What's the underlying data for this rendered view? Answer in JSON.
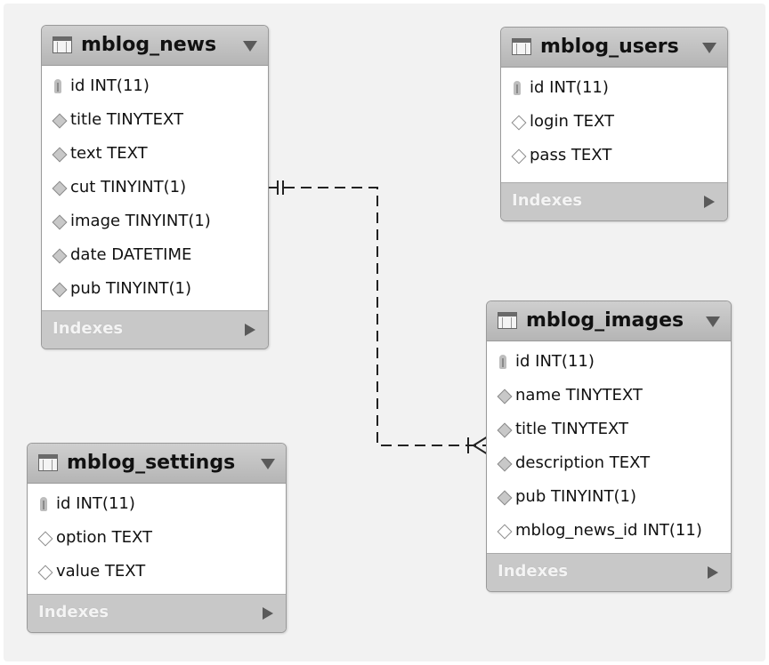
{
  "tables": {
    "news": {
      "name": "mblog_news",
      "columns": [
        {
          "label": "id INT(11)",
          "icon": "primary-key-icon"
        },
        {
          "label": "title TINYTEXT",
          "icon": "column-diamond-icon"
        },
        {
          "label": "text TEXT",
          "icon": "column-diamond-icon"
        },
        {
          "label": "cut TINYINT(1)",
          "icon": "column-diamond-icon"
        },
        {
          "label": "image TINYINT(1)",
          "icon": "column-diamond-icon"
        },
        {
          "label": "date DATETIME",
          "icon": "column-diamond-icon"
        },
        {
          "label": "pub TINYINT(1)",
          "icon": "column-diamond-icon"
        }
      ],
      "indexes_label": "Indexes"
    },
    "users": {
      "name": "mblog_users",
      "columns": [
        {
          "label": "id INT(11)",
          "icon": "primary-key-icon"
        },
        {
          "label": "login TEXT",
          "icon": "column-diamond-icon"
        },
        {
          "label": "pass TEXT",
          "icon": "column-diamond-icon"
        }
      ],
      "indexes_label": "Indexes"
    },
    "images": {
      "name": "mblog_images",
      "columns": [
        {
          "label": "id INT(11)",
          "icon": "primary-key-icon"
        },
        {
          "label": "name TINYTEXT",
          "icon": "column-diamond-icon"
        },
        {
          "label": "title TINYTEXT",
          "icon": "column-diamond-icon"
        },
        {
          "label": "description TEXT",
          "icon": "column-diamond-icon"
        },
        {
          "label": "pub TINYINT(1)",
          "icon": "column-diamond-icon"
        },
        {
          "label": "mblog_news_id INT(11)",
          "icon": "column-diamond-icon"
        }
      ],
      "indexes_label": "Indexes"
    },
    "settings": {
      "name": "mblog_settings",
      "columns": [
        {
          "label": "id INT(11)",
          "icon": "primary-key-icon"
        },
        {
          "label": "option TEXT",
          "icon": "column-diamond-icon"
        },
        {
          "label": "value TEXT",
          "icon": "column-diamond-icon"
        }
      ],
      "indexes_label": "Indexes"
    }
  },
  "relationships": [
    {
      "from": "mblog_news",
      "to": "mblog_images",
      "from_end": "one-and-only-one",
      "to_end": "one-or-many",
      "style": "dashed"
    }
  ],
  "colors": {
    "header_bg": "#c0c0c0",
    "indexes_bg": "#c8c8c8",
    "line": "#222222"
  }
}
